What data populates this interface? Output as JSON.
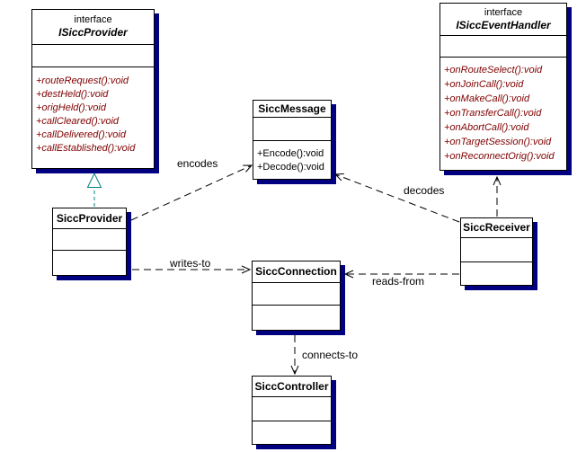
{
  "classes": {
    "isicc_provider": {
      "stereotype": "interface",
      "name": "ISiccProvider",
      "methods": [
        "+routeRequest():void",
        "+destHeld():void",
        "+origHeld():void",
        "+callCleared():void",
        "+callDelivered():void",
        "+callEstablished():void"
      ]
    },
    "isicc_event_handler": {
      "stereotype": "interface",
      "name": "ISiccEventHandler",
      "methods": [
        "+onRouteSelect():void",
        "+onJoinCall():void",
        "+onMakeCall():void",
        "+onTransferCall():void",
        "+onAbortCall():void",
        "+onTargetSession():void",
        "+onReconnectOrig():void"
      ]
    },
    "sicc_message": {
      "name": "SiccMessage",
      "methods": [
        "+Encode():void",
        "+Decode():void"
      ]
    },
    "sicc_provider": {
      "name": "SiccProvider"
    },
    "sicc_receiver": {
      "name": "SiccReceiver"
    },
    "sicc_connection": {
      "name": "SiccConnection"
    },
    "sicc_controller": {
      "name": "SiccController"
    }
  },
  "labels": {
    "encodes": "encodes",
    "decodes": "decodes",
    "writes_to": "writes-to",
    "reads_from": "reads-from",
    "connects_to": "connects-to"
  },
  "colors": {
    "background": "#ffffff",
    "box_border": "#000000",
    "box_shadow": "#000080",
    "realization_line": "#008080",
    "dependency_line": "#000000",
    "interface_method_text": "#800000",
    "class_text": "#000000"
  }
}
